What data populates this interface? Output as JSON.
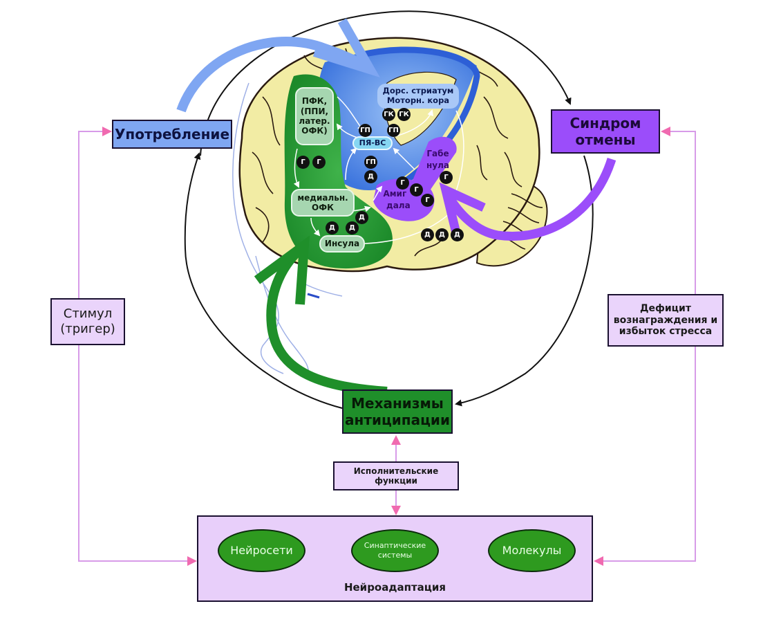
{
  "title": "Цикл зависимости: нейросхемы",
  "colors": {
    "usage": "#7fa6f2",
    "withdrawal": "#9b4dfa",
    "anticipation": "#1f8f2a",
    "neuroadaptation": "#e8cffa",
    "connector_pink": "#d79be8",
    "arrowhead_pink": "#f06ab0",
    "brain": "#f2eca4"
  },
  "stages": {
    "usage": "Употребление",
    "withdrawal": "Синдром отмены",
    "anticipation": "Механизмы антиципации"
  },
  "side_boxes": {
    "stimulus": "Стимул (тригер)",
    "deficit": "Дефицит вознаграждения и избыток стресса",
    "executive": "Исполнительские функции"
  },
  "neuroadaptation": {
    "label": "Нейроадаптация",
    "items": [
      "Нейросети",
      "Синаптические системы",
      "Молекулы"
    ]
  },
  "brain_regions": {
    "pfc": "ПФК, (ППИ, латер. ОФК)",
    "medial_ofc": "медиальн. ОФК",
    "insula": "Инсула",
    "nacc": "ПЯ-ВС",
    "dorsal_1": "Дорс. стриатум",
    "dorsal_2": "Моторн. кора",
    "habenula_1": "Габе",
    "habenula_2": "нула",
    "amygdala_1": "Амиг",
    "amygdala_2": "дала"
  },
  "neurotransmitters": {
    "gk": "ГК",
    "gp": "ГП",
    "g": "Г",
    "d": "Д"
  }
}
